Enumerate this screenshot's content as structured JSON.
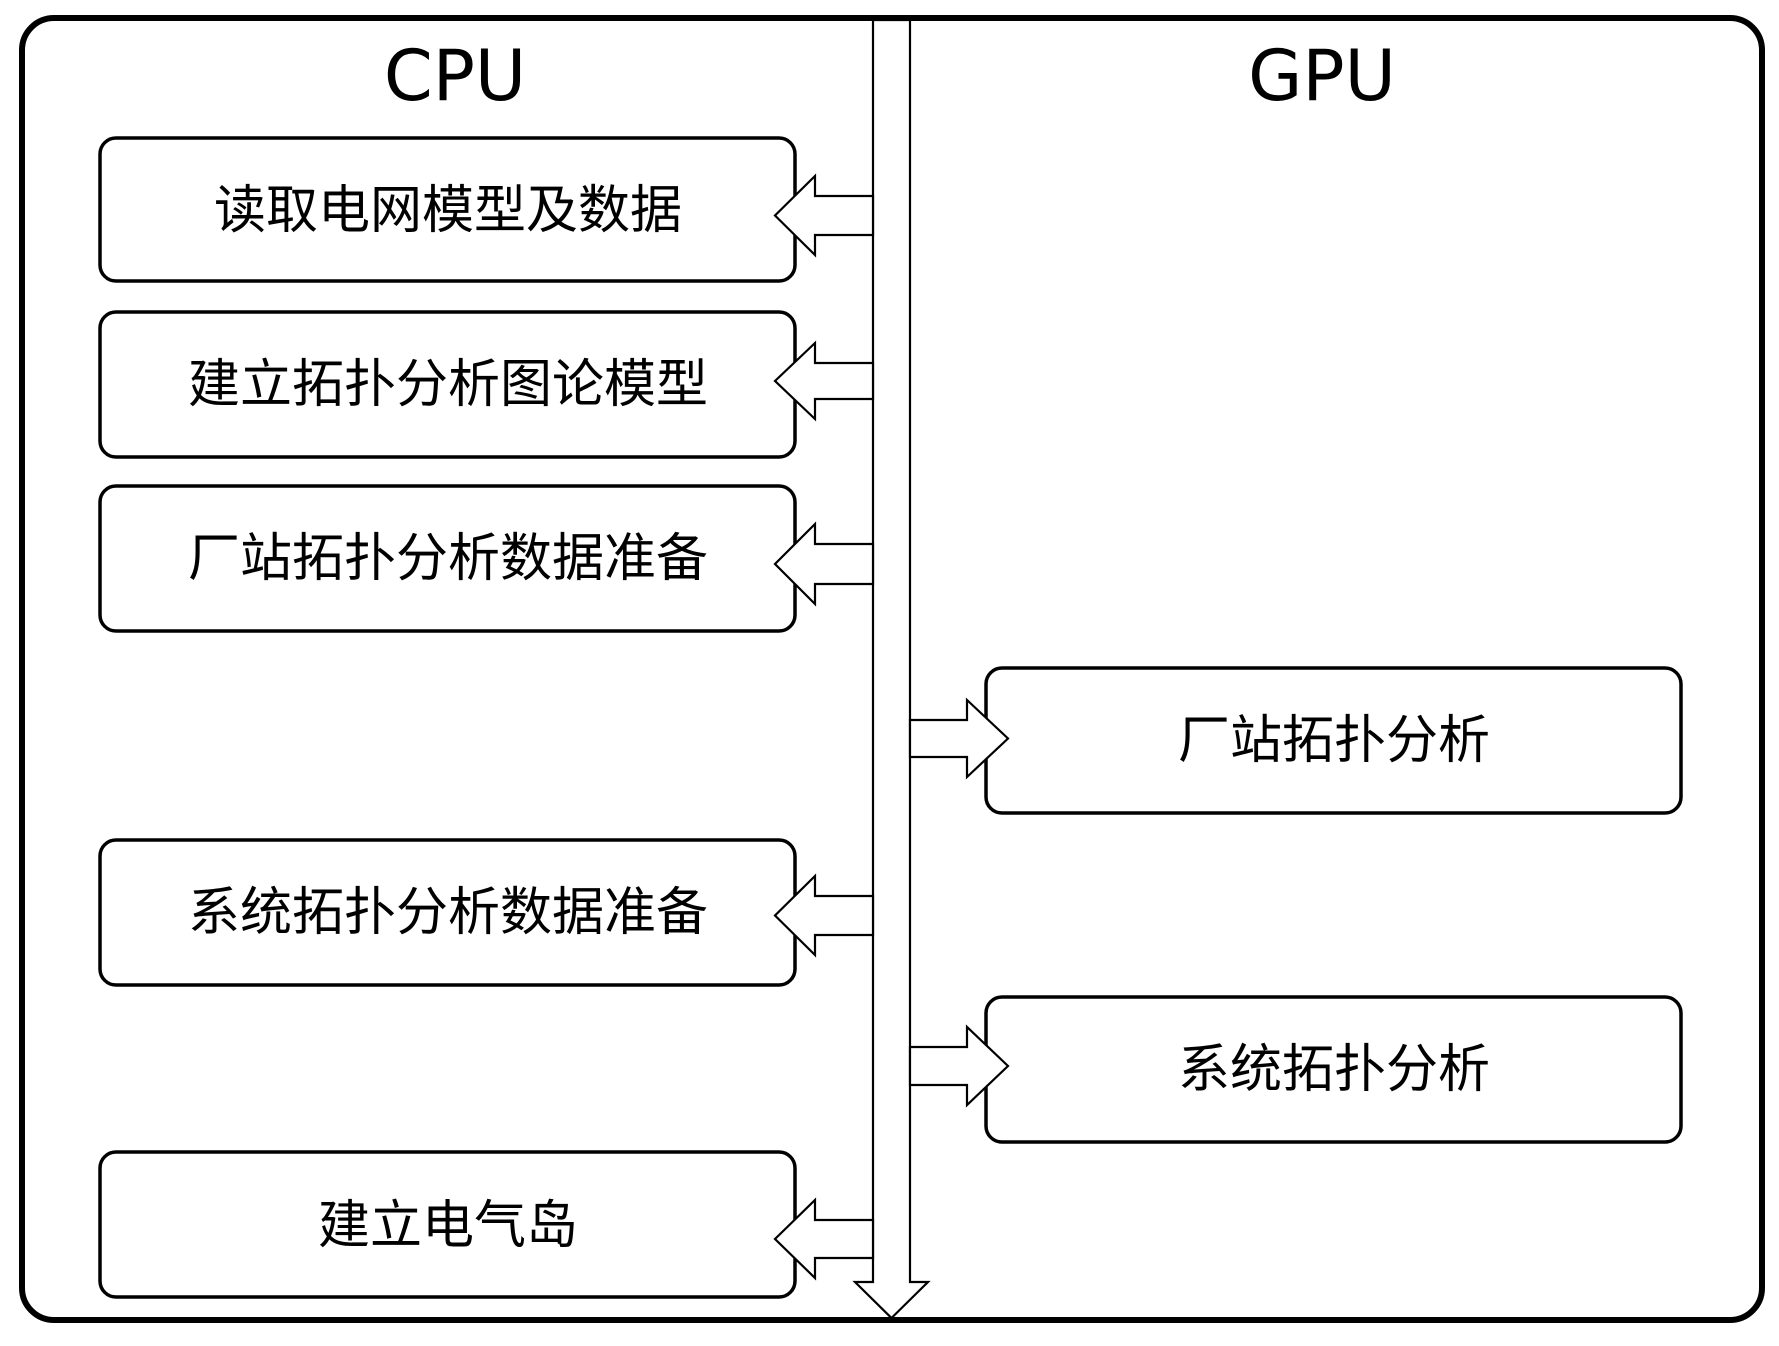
{
  "columns": {
    "left_heading": "CPU",
    "right_heading": "GPU"
  },
  "cpu_steps": [
    "读取电网模型及数据",
    "建立拓扑分析图论模型",
    "厂站拓扑分析数据准备",
    "系统拓扑分析数据准备",
    "建立电气岛"
  ],
  "gpu_steps": [
    "厂站拓扑分析",
    "系统拓扑分析"
  ]
}
